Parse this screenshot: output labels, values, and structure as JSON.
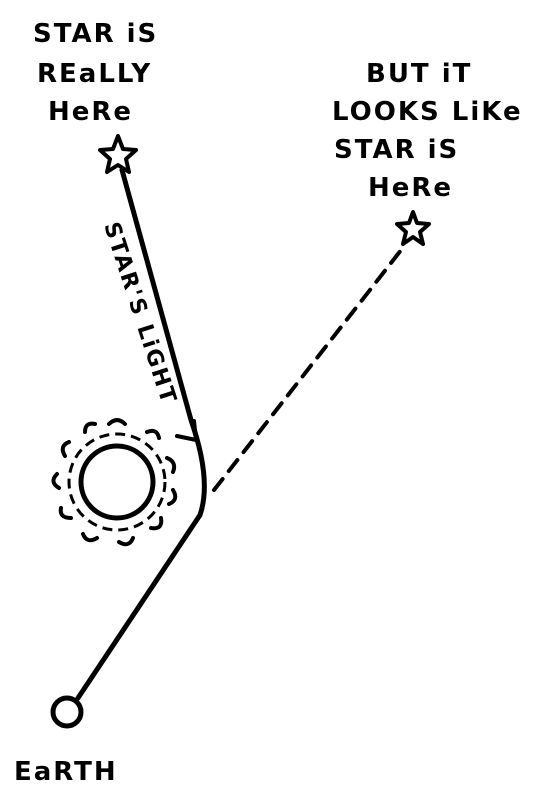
{
  "labels": {
    "real_star_line1": "STAR iS",
    "real_star_line2": "REaLLY",
    "real_star_line3": "HeRe",
    "apparent_star_line1": "BUT iT",
    "apparent_star_line2": "LOOKS LiKe",
    "apparent_star_line3": "STAR iS",
    "apparent_star_line4": "HeRe",
    "light_path": "STAR'S LiGHT",
    "earth": "EaRTH"
  },
  "icons": {
    "real_star": "star-outline-icon",
    "apparent_star": "star-outline-icon",
    "sun": "sun-icon",
    "earth": "circle-icon"
  },
  "colors": {
    "ink": "#000000",
    "background": "#ffffff"
  }
}
